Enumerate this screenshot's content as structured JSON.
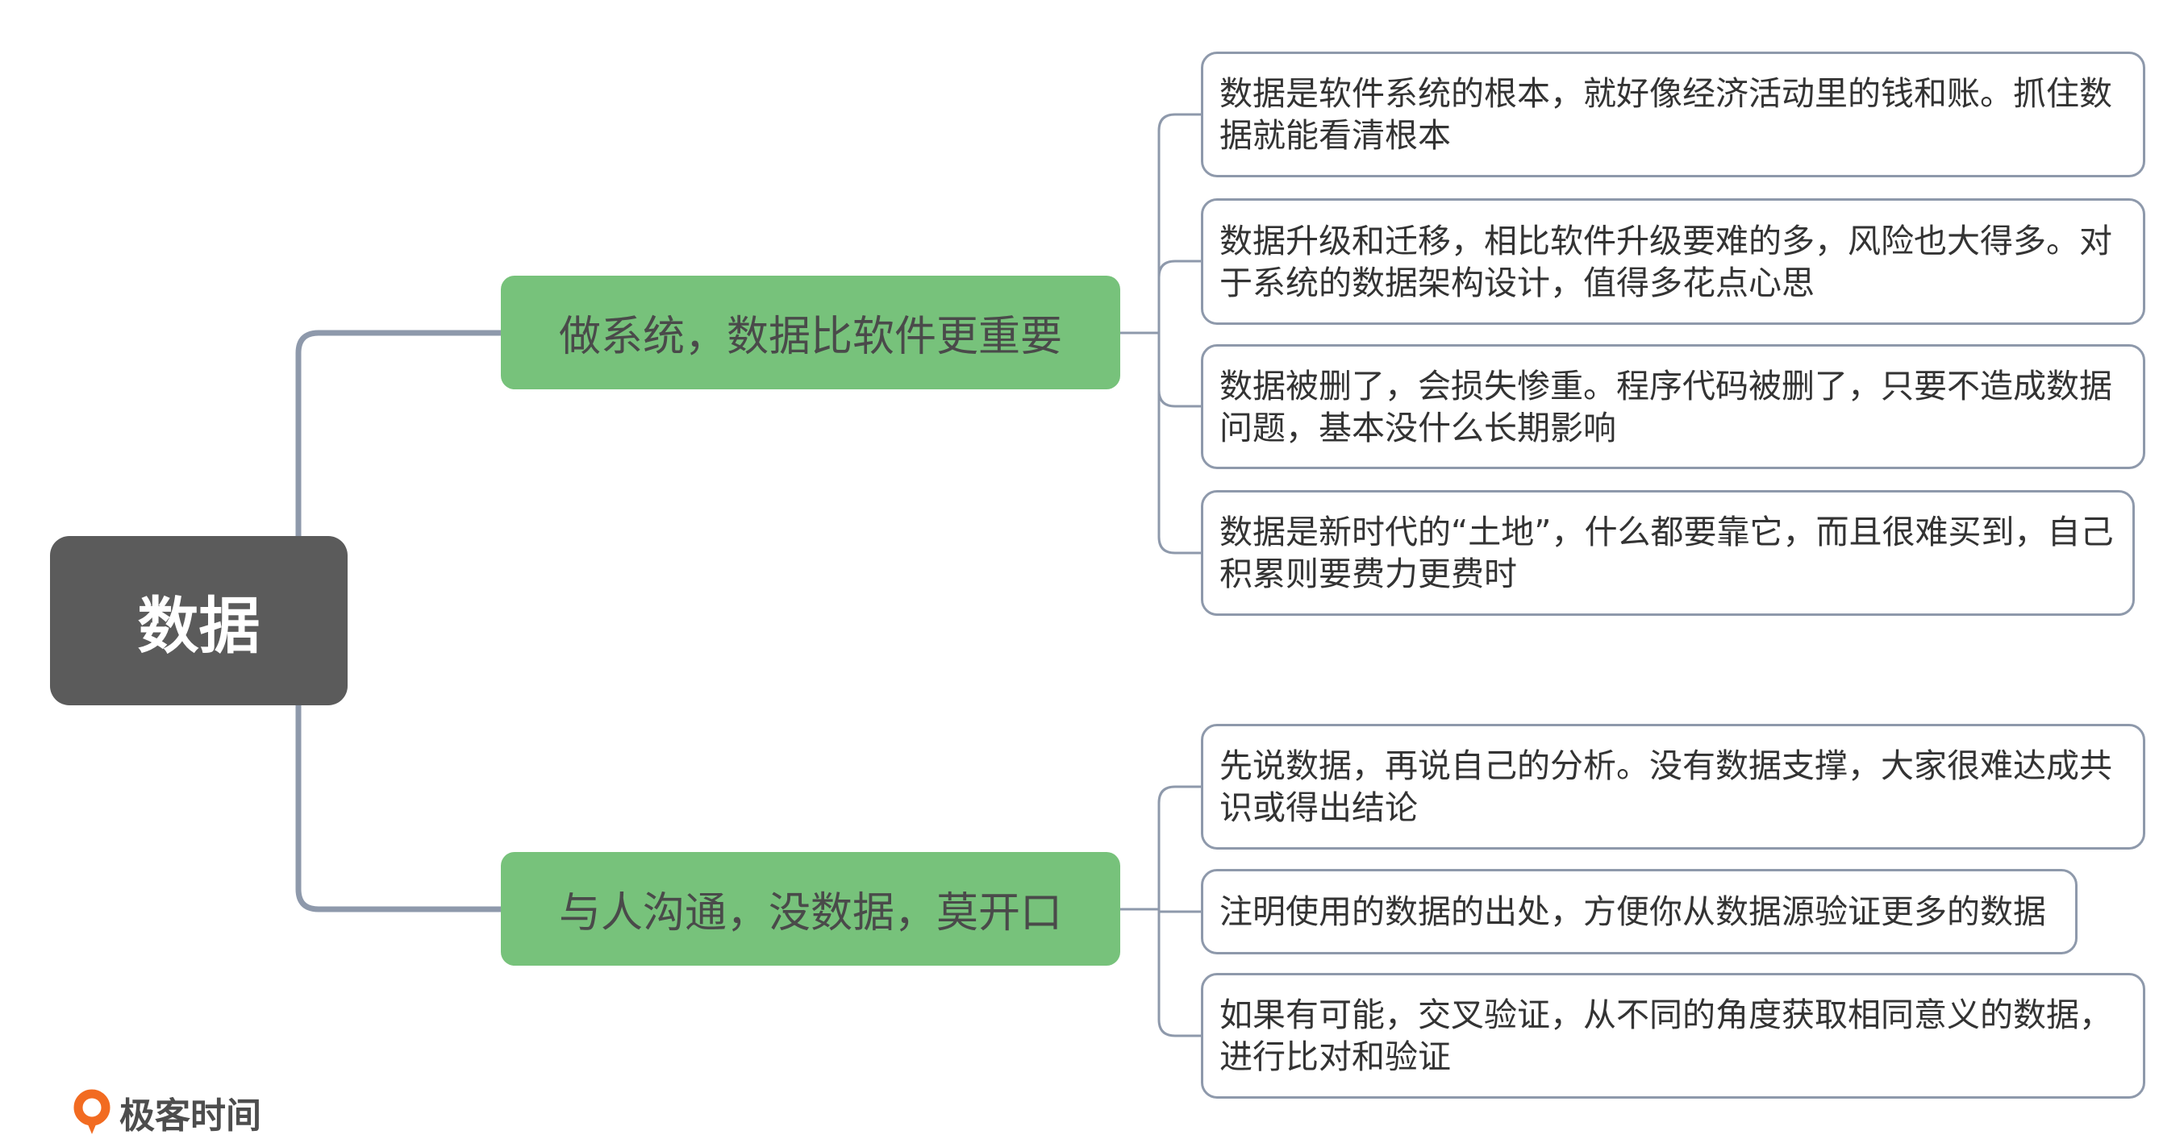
{
  "root": {
    "label": "数据"
  },
  "branches": [
    {
      "label": "做系统，数据比软件更重要",
      "leaves": [
        {
          "lines": [
            "数据是软件系统的根本，就好像经济活动里的钱和账。抓住数",
            "据就能看清根本"
          ]
        },
        {
          "lines": [
            "数据升级和迁移，相比软件升级要难的多，风险也大得多。对",
            "于系统的数据架构设计，值得多花点心思"
          ]
        },
        {
          "lines": [
            "数据被删了，会损失惨重。程序代码被删了，只要不造成数据",
            "问题，基本没什么长期影响"
          ]
        },
        {
          "lines": [
            "数据是新时代的“土地”，什么都要靠它，而且很难买到，自己",
            "积累则要费力更费时"
          ]
        }
      ]
    },
    {
      "label": "与人沟通，没数据，莫开口",
      "leaves": [
        {
          "lines": [
            "先说数据，再说自己的分析。没有数据支撑，大家很难达成共",
            "识或得出结论"
          ]
        },
        {
          "lines": [
            "注明使用的数据的出处，方便你从数据源验证更多的数据"
          ]
        },
        {
          "lines": [
            "如果有可能，交叉验证，从不同的角度获取相同意义的数据，",
            "进行比对和验证"
          ]
        }
      ]
    }
  ],
  "logo": {
    "text": "极客时间",
    "icon": "geektime-logo-icon"
  },
  "colors": {
    "root": "#5b5b5b",
    "branch": "#77c27b",
    "connector": "#8e99ab",
    "logo": "#f26b21"
  }
}
